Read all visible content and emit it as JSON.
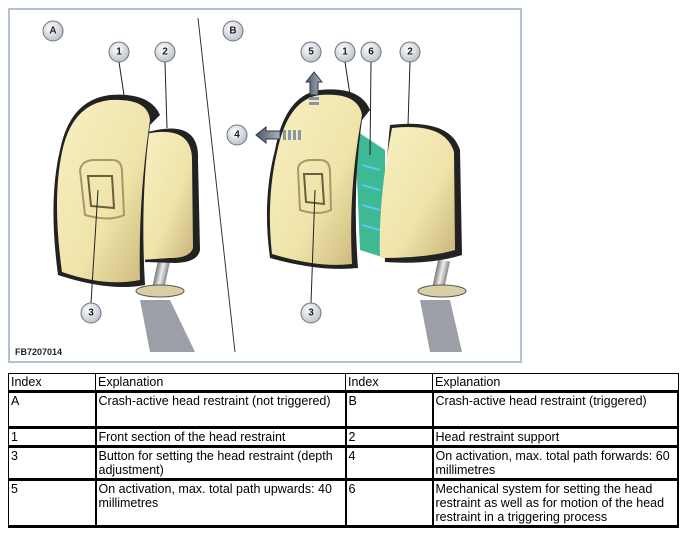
{
  "figure": {
    "code": "FB7207014",
    "callouts": {
      "A": "A",
      "B": "B",
      "a1": "1",
      "a2": "2",
      "a3": "3",
      "b1": "1",
      "b2": "2",
      "b3": "3",
      "b4": "4",
      "b5": "5",
      "b6": "6"
    }
  },
  "table": {
    "headers": [
      "Index",
      "Explanation",
      "Index",
      "Explanation"
    ],
    "rows": [
      [
        "A",
        "Crash-active head restraint (not triggered)",
        "B",
        "Crash-active head restraint (triggered)"
      ],
      [
        "1",
        "Front section of the head restraint",
        "2",
        "Head restraint support"
      ],
      [
        "3",
        "Button for setting the head restraint (depth adjustment)",
        "4",
        "On activation, max. total path forwards: 60 millimetres"
      ],
      [
        "5",
        "On activation, max. total path upwards: 40 millimetres",
        "6",
        "Mechanical system for setting the head restraint as well as for motion of the head restraint in a triggering process"
      ]
    ]
  }
}
